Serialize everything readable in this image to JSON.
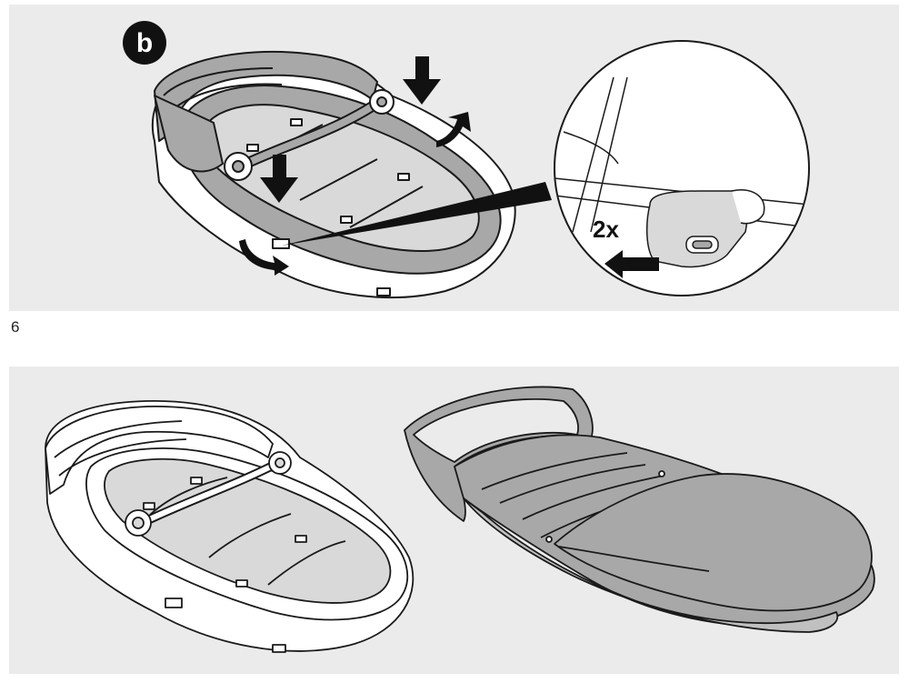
{
  "step_badge": "b",
  "repeat_label": "2x",
  "step_number": "6",
  "colors": {
    "panel_background": "#ebebeb",
    "outline": "#1a1a1a",
    "fabric_grey": "#a8a8a8",
    "light_grey": "#d9d9d9",
    "arrow": "#111111"
  },
  "icons": {
    "top": [
      "carrycot-illustration",
      "press-down-arrow",
      "rotate-arrow",
      "detail-magnifier",
      "clip-button",
      "push-arrow"
    ],
    "bottom": [
      "carrycot-outline-illustration",
      "apron-cover-illustration"
    ]
  }
}
